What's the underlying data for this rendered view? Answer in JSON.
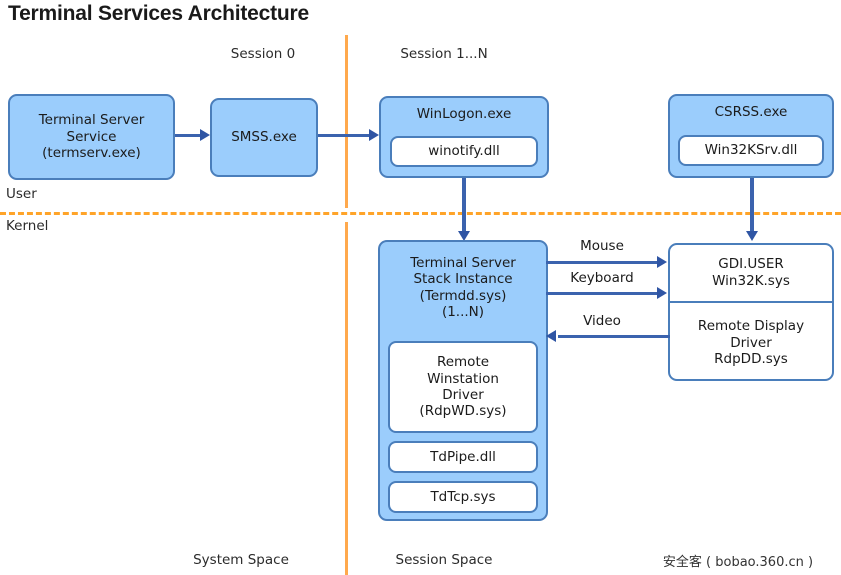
{
  "diagram": {
    "title": "Terminal Services Architecture",
    "section_labels": {
      "session0": "Session 0",
      "session1n": "Session 1...N",
      "user": "User",
      "kernel": "Kernel",
      "system_space": "System Space",
      "session_space": "Session Space"
    },
    "boxes": {
      "terminal_server_service": {
        "line1": "Terminal Server",
        "line2": "Service",
        "line3": "(termserv.exe)"
      },
      "smss": {
        "line1": "SMSS.exe"
      },
      "winlogon": {
        "line1": "WinLogon.exe",
        "child": "winotify.dll"
      },
      "csrss": {
        "line1": "CSRSS.exe",
        "child": "Win32KSrv.dll"
      },
      "ts_stack_instance": {
        "line1": "Terminal Server",
        "line2": "Stack Instance",
        "line3": "(Termdd.sys)",
        "line4": "(1...N)",
        "child1_line1": "Remote",
        "child1_line2": "Winstation",
        "child1_line3": "Driver",
        "child1_line4": "(RdpWD.sys)",
        "child2": "TdPipe.dll",
        "child3": "TdTcp.sys"
      },
      "gdi_user": {
        "top_line1": "GDI.USER",
        "top_line2": "Win32K.sys",
        "bottom_line1": "Remote Display",
        "bottom_line2": "Driver",
        "bottom_line3": "RdpDD.sys"
      }
    },
    "flows": {
      "mouse": "Mouse",
      "keyboard": "Keyboard",
      "video": "Video"
    },
    "watermark": "安全客 ( bobao.360.cn )",
    "colors": {
      "box_fill": "#9BCDFC",
      "box_border": "#4A7EBB",
      "connector": "#3B63AE",
      "divider_orange": "#FFA429",
      "title_text": "#1a1a1a",
      "background": "#ffffff"
    }
  }
}
